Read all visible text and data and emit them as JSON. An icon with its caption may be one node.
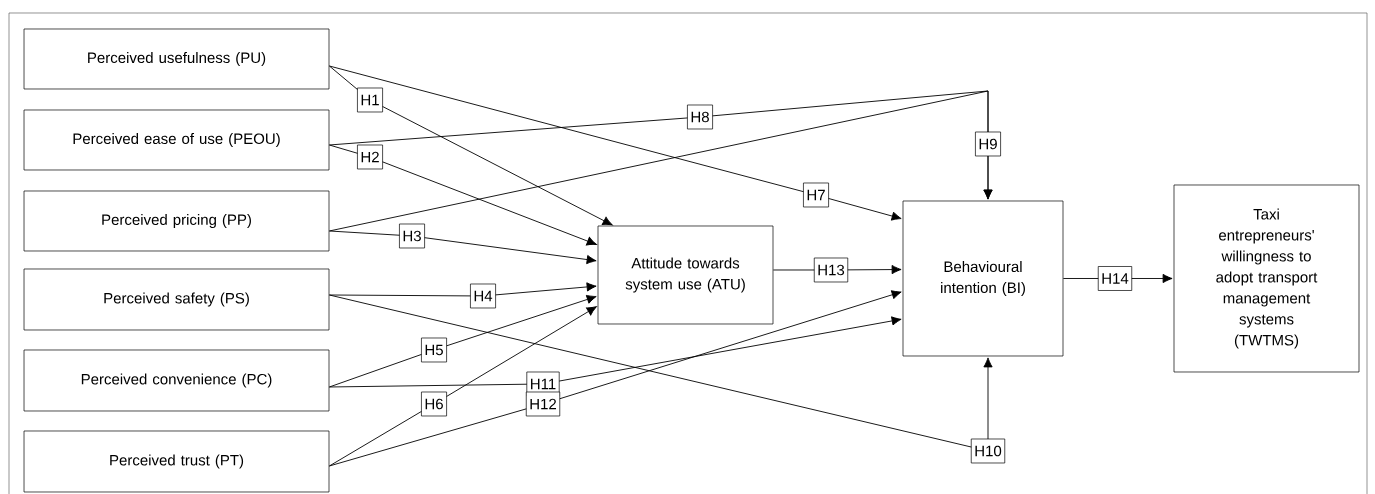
{
  "diagram": {
    "nodes": [
      {
        "text": [
          "Perceived usefulness (PU)"
        ]
      },
      {
        "text": [
          "Perceived ease of use (PEOU)"
        ]
      },
      {
        "text": [
          "Perceived pricing (PP)"
        ]
      },
      {
        "text": [
          "Perceived safety (PS)"
        ]
      },
      {
        "text": [
          "Perceived convenience (PC)"
        ]
      },
      {
        "text": [
          "Perceived trust (PT)"
        ]
      },
      {
        "text": [
          "Attitude towards system use (ATU)"
        ]
      },
      {
        "text": [
          "Behavioural intention (BI)"
        ]
      },
      {
        "text": [
          "Taxi entrepreneurs' willingness to adopt transport management systems (TWTMS)"
        ]
      }
    ],
    "edges": [
      {
        "from": 0,
        "to": 6,
        "arrow": "to",
        "label": "H1"
      },
      {
        "from": 1,
        "to": 6,
        "arrow": "to",
        "label": "H2"
      },
      {
        "from": 2,
        "to": 6,
        "arrow": "to",
        "label": "H3"
      },
      {
        "from": 3,
        "to": 6,
        "arrow": "to",
        "label": "H4"
      },
      {
        "from": 4,
        "to": 6,
        "arrow": "to",
        "label": "H5"
      },
      {
        "from": 5,
        "to": 6,
        "arrow": "to",
        "label": "H6"
      },
      {
        "from": 0,
        "to": 7,
        "arrow": "to",
        "label": "H7"
      },
      {
        "from": 1,
        "to": 7,
        "arrow": "to",
        "label": "H8"
      },
      {
        "from": 2,
        "to": 7,
        "arrow": "to",
        "label": "H9"
      },
      {
        "from": 3,
        "to": 7,
        "arrow": "to",
        "label": "H10"
      },
      {
        "from": 4,
        "to": 7,
        "arrow": "to",
        "label": "H11"
      },
      {
        "from": 5,
        "to": 7,
        "arrow": "to",
        "label": "H12"
      },
      {
        "from": 6,
        "to": 7,
        "arrow": "to",
        "label": "H13"
      },
      {
        "from": 7,
        "to": 8,
        "arrow": "to",
        "label": "H14"
      }
    ]
  }
}
